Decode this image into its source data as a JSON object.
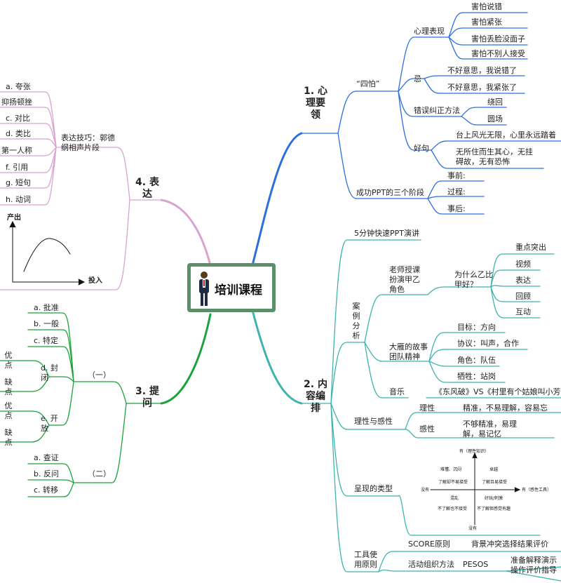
{
  "center": {
    "title": "培训课程"
  },
  "branch1": {
    "title": "1. 心理要领",
    "fears": {
      "label": "“四怕”",
      "mental": {
        "label": "心理表现",
        "items": [
          "害怕说错",
          "害怕紧张",
          "害怕丢脸没面子",
          "害怕不别人接受"
        ]
      },
      "taboo": {
        "label": "忌",
        "items": [
          "不好意思，我说错了",
          "不好意思，我紧张了"
        ]
      },
      "fix": {
        "label": "错误纠正方法",
        "items": [
          "绕回",
          "圆场"
        ]
      },
      "good": {
        "label": "好句",
        "items": [
          "台上风光无限，心里永远踏着",
          "无所住而生其心，无挂碍故，无有恐怖"
        ]
      }
    },
    "stages": {
      "label": "成功PPT的三个阶段",
      "items": [
        "事前:",
        "过程:",
        "事后:"
      ]
    }
  },
  "branch2": {
    "title": "2. 内容编排",
    "quick": "5分钟快速PPT演讲",
    "cases": {
      "label": "案例分析",
      "teacher": {
        "label": "老师授课扮演甲乙角色",
        "why": "为什么乙比甲好？",
        "items": [
          "重点突出",
          "视频",
          "表达",
          "回顾",
          "互动"
        ]
      },
      "geese": {
        "label": "大雁的故事团队精神",
        "items": [
          "目标：方向",
          "协议：叫声，合作",
          "角色：队伍",
          "牺牲：站岗"
        ]
      },
      "music": {
        "label": "音乐",
        "value": "《东风破》VS《村里有个姑娘叫小芳》"
      }
    },
    "reason": {
      "label": "理性与感性",
      "rational": {
        "label": "理性",
        "value": "精准，不易理解，容易忘"
      },
      "emotional": {
        "label": "感性",
        "value": "不够精准，易理解，易记忆"
      }
    },
    "types": {
      "label": "呈现的类型",
      "quad": {
        "top": "有（理性知识）",
        "bottom": "没有",
        "left": "没有",
        "right": "有（感性工具）",
        "q1a": "难懂、沉闷",
        "q1b": "了解却不易接受",
        "q2a": "卓越",
        "q2b": "了解且易接受",
        "q3a": "混乱",
        "q3b": "不了解也不接受",
        "q4a": "好玩/刺激",
        "q4b": "不了解但感觉有趣"
      }
    },
    "tools": {
      "label": "工具使用原则",
      "score": {
        "label": "SCORE原则",
        "value": "背景冲突选择结果评价"
      },
      "activity": {
        "label": "活动组织方法",
        "code": "PESOS",
        "value": "准备解释演示操作评价指导"
      }
    }
  },
  "branch3": {
    "title": "3. 提问",
    "one": {
      "label": "（一）",
      "items": [
        "a. 批准",
        "b. 一般",
        "c. 特定"
      ],
      "closed": {
        "label": "d. 封闭",
        "pro": "优点",
        "con": "缺点"
      },
      "open": {
        "label": "e. 开放",
        "pro": "优点",
        "con": "缺点"
      }
    },
    "two": {
      "label": "（二）",
      "items": [
        "a. 查证",
        "b. 反问",
        "c. 转移"
      ]
    }
  },
  "branch4": {
    "title": "4. 表达",
    "skills": {
      "label": "表达技巧：郭德纲相声片段",
      "items": [
        "a. 夸张",
        "抑扬顿挫",
        "c. 对比",
        "d. 类比",
        "第一人称",
        "f. 引用",
        "g. 短句",
        "h. 动词"
      ]
    },
    "graph": {
      "ylabel": "产出",
      "xlabel": "投入"
    }
  },
  "colors": {
    "blue": "#2a6fdb",
    "teal": "#3fb3ad",
    "green": "#1aa33a",
    "pink": "#d9a3d0",
    "frame": "#5b8f69"
  }
}
